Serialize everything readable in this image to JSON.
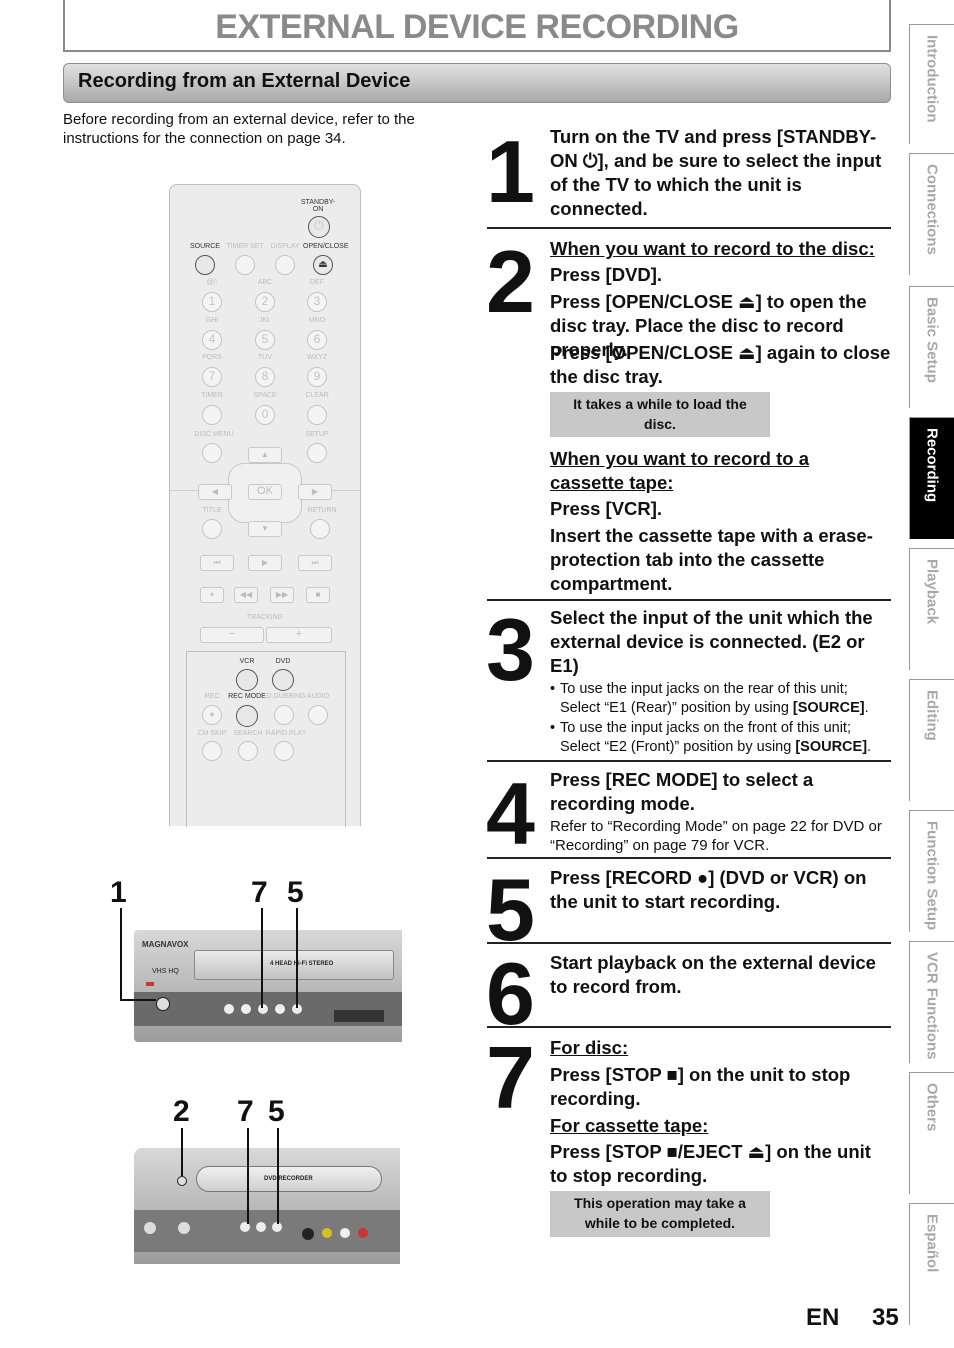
{
  "header": {
    "title": "EXTERNAL DEVICE RECORDING",
    "section_title": "Recording from an External Device",
    "intro": "Before recording from an external device, refer to the instructions for the connection on page 34."
  },
  "tabs": [
    {
      "label": "Introduction",
      "active": false
    },
    {
      "label": "Connections",
      "active": false
    },
    {
      "label": "Basic Setup",
      "active": false
    },
    {
      "label": "Recording",
      "active": true
    },
    {
      "label": "Playback",
      "active": false
    },
    {
      "label": "Editing",
      "active": false
    },
    {
      "label": "Function Setup",
      "active": false
    },
    {
      "label": "VCR Functions",
      "active": false
    },
    {
      "label": "Others",
      "active": false
    },
    {
      "label": "Español",
      "active": false
    }
  ],
  "footer": {
    "lang": "EN",
    "page": "35"
  },
  "steps": {
    "s1": {
      "num": "1",
      "text": "Turn on the TV and press [STANDBY-ON ⏻], and be sure to select the input of the TV to which the unit is connected."
    },
    "s2": {
      "num": "2",
      "disc_heading": "When you want to record to the disc:",
      "disc_press": "Press [DVD].",
      "disc_open": "Press [OPEN/CLOSE ⏏] to open the disc tray. Place the disc to record properly.",
      "disc_close": "Press [OPEN/CLOSE ⏏] again to close the disc tray.",
      "note": "It takes a while to load the disc.",
      "tape_heading": "When you want to record to a cassette tape:",
      "tape_press": "Press [VCR].",
      "tape_insert": "Insert the cassette tape with a erase-protection tab into the cassette compartment."
    },
    "s3": {
      "num": "3",
      "text": "Select the input of the unit which the external device is connected. (E2 or E1)",
      "bullet1_a": "To use the input jacks on the rear of this unit; Select “E1 (Rear)” position by using ",
      "bullet1_b": "[SOURCE]",
      "bullet2_a": "To use the input jacks on the front of this unit; Select “E2 (Front)” position by using ",
      "bullet2_b": "[SOURCE]"
    },
    "s4": {
      "num": "4",
      "text": "Press [REC MODE] to select a recording mode.",
      "sub": "Refer to “Recording Mode” on page 22 for DVD or “Recording” on page 79 for VCR."
    },
    "s5": {
      "num": "5",
      "text": "Press [RECORD ●] (DVD or VCR) on the unit to start recording."
    },
    "s6": {
      "num": "6",
      "text": "Start playback on the external device to record from."
    },
    "s7": {
      "num": "7",
      "disc_heading": "For disc:",
      "disc_text": "Press [STOP ■] on the unit to stop recording.",
      "tape_heading": "For cassette tape:",
      "tape_text": "Press [STOP ■/EJECT ⏏] on the unit to stop recording.",
      "note": "This operation may take a while to be completed."
    }
  },
  "remote": {
    "standby": "STANDBY-ON",
    "source": "SOURCE",
    "timer_set": "TIMER SET",
    "display": "DISPLAY",
    "open_close": "OPEN/CLOSE",
    "keys": [
      {
        "d": "1",
        "l": "@/:"
      },
      {
        "d": "2",
        "l": "ABC"
      },
      {
        "d": "3",
        "l": "DEF"
      },
      {
        "d": "4",
        "l": "GHI"
      },
      {
        "d": "5",
        "l": "JKL"
      },
      {
        "d": "6",
        "l": "MNO"
      },
      {
        "d": "7",
        "l": "PQRS"
      },
      {
        "d": "8",
        "l": "TUV"
      },
      {
        "d": "9",
        "l": "WXYZ"
      },
      {
        "d": "",
        "l": "TIMER"
      },
      {
        "d": "0",
        "l": "SPACE"
      },
      {
        "d": "",
        "l": "CLEAR"
      }
    ],
    "disc_menu": "DISC MENU",
    "setup": "SETUP",
    "ok": "OK",
    "title": "TITLE",
    "return": "RETURN",
    "tracking": "TRACKING",
    "vcr": "VCR",
    "dvd": "DVD",
    "rec": "REC",
    "rec_mode": "REC MODE",
    "dubbing": "D.DUBBING",
    "audio": "AUDIO",
    "cm_skip": "CM SKIP",
    "search": "SEARCH",
    "rapid_play": "RAPID PLAY"
  },
  "device1": {
    "callout_a": "1",
    "callout_b": "7",
    "callout_c": "5",
    "brand": "MAGNAVOX",
    "label": "4 HEAD Hi-Fi STEREO",
    "vhs": "VHS HQ"
  },
  "device2": {
    "callout_a": "2",
    "callout_b": "7",
    "callout_c": "5",
    "label": "DVD RECORDER"
  }
}
